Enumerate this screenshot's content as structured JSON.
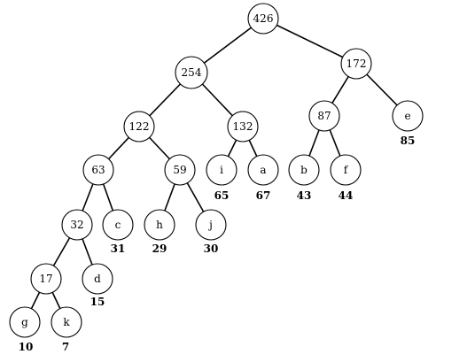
{
  "tree": {
    "nodes": [
      {
        "id": "n426",
        "label": "426",
        "weight": null
      },
      {
        "id": "n254",
        "label": "254",
        "weight": null
      },
      {
        "id": "n172",
        "label": "172",
        "weight": null
      },
      {
        "id": "n122",
        "label": "122",
        "weight": null
      },
      {
        "id": "n132",
        "label": "132",
        "weight": null
      },
      {
        "id": "n87",
        "label": "87",
        "weight": null
      },
      {
        "id": "ne",
        "label": "e",
        "weight": "85"
      },
      {
        "id": "n63",
        "label": "63",
        "weight": null
      },
      {
        "id": "n59",
        "label": "59",
        "weight": null
      },
      {
        "id": "ni",
        "label": "i",
        "weight": "65"
      },
      {
        "id": "na",
        "label": "a",
        "weight": "67"
      },
      {
        "id": "nb",
        "label": "b",
        "weight": "43"
      },
      {
        "id": "nf",
        "label": "f",
        "weight": "44"
      },
      {
        "id": "n32",
        "label": "32",
        "weight": null
      },
      {
        "id": "nc",
        "label": "c",
        "weight": "31"
      },
      {
        "id": "nh",
        "label": "h",
        "weight": "29"
      },
      {
        "id": "nj",
        "label": "j",
        "weight": "30"
      },
      {
        "id": "n17",
        "label": "17",
        "weight": null
      },
      {
        "id": "nd",
        "label": "d",
        "weight": "15"
      },
      {
        "id": "ng",
        "label": "g",
        "weight": "10"
      },
      {
        "id": "nk",
        "label": "k",
        "weight": "7"
      }
    ],
    "edges": [
      [
        "n426",
        "n254"
      ],
      [
        "n426",
        "n172"
      ],
      [
        "n254",
        "n122"
      ],
      [
        "n254",
        "n132"
      ],
      [
        "n172",
        "n87"
      ],
      [
        "n172",
        "ne"
      ],
      [
        "n122",
        "n63"
      ],
      [
        "n122",
        "n59"
      ],
      [
        "n132",
        "ni"
      ],
      [
        "n132",
        "na"
      ],
      [
        "n87",
        "nb"
      ],
      [
        "n87",
        "nf"
      ],
      [
        "n63",
        "n32"
      ],
      [
        "n63",
        "nc"
      ],
      [
        "n59",
        "nh"
      ],
      [
        "n59",
        "nj"
      ],
      [
        "n32",
        "n17"
      ],
      [
        "n32",
        "nd"
      ],
      [
        "n17",
        "ng"
      ],
      [
        "n17",
        "nk"
      ]
    ]
  }
}
